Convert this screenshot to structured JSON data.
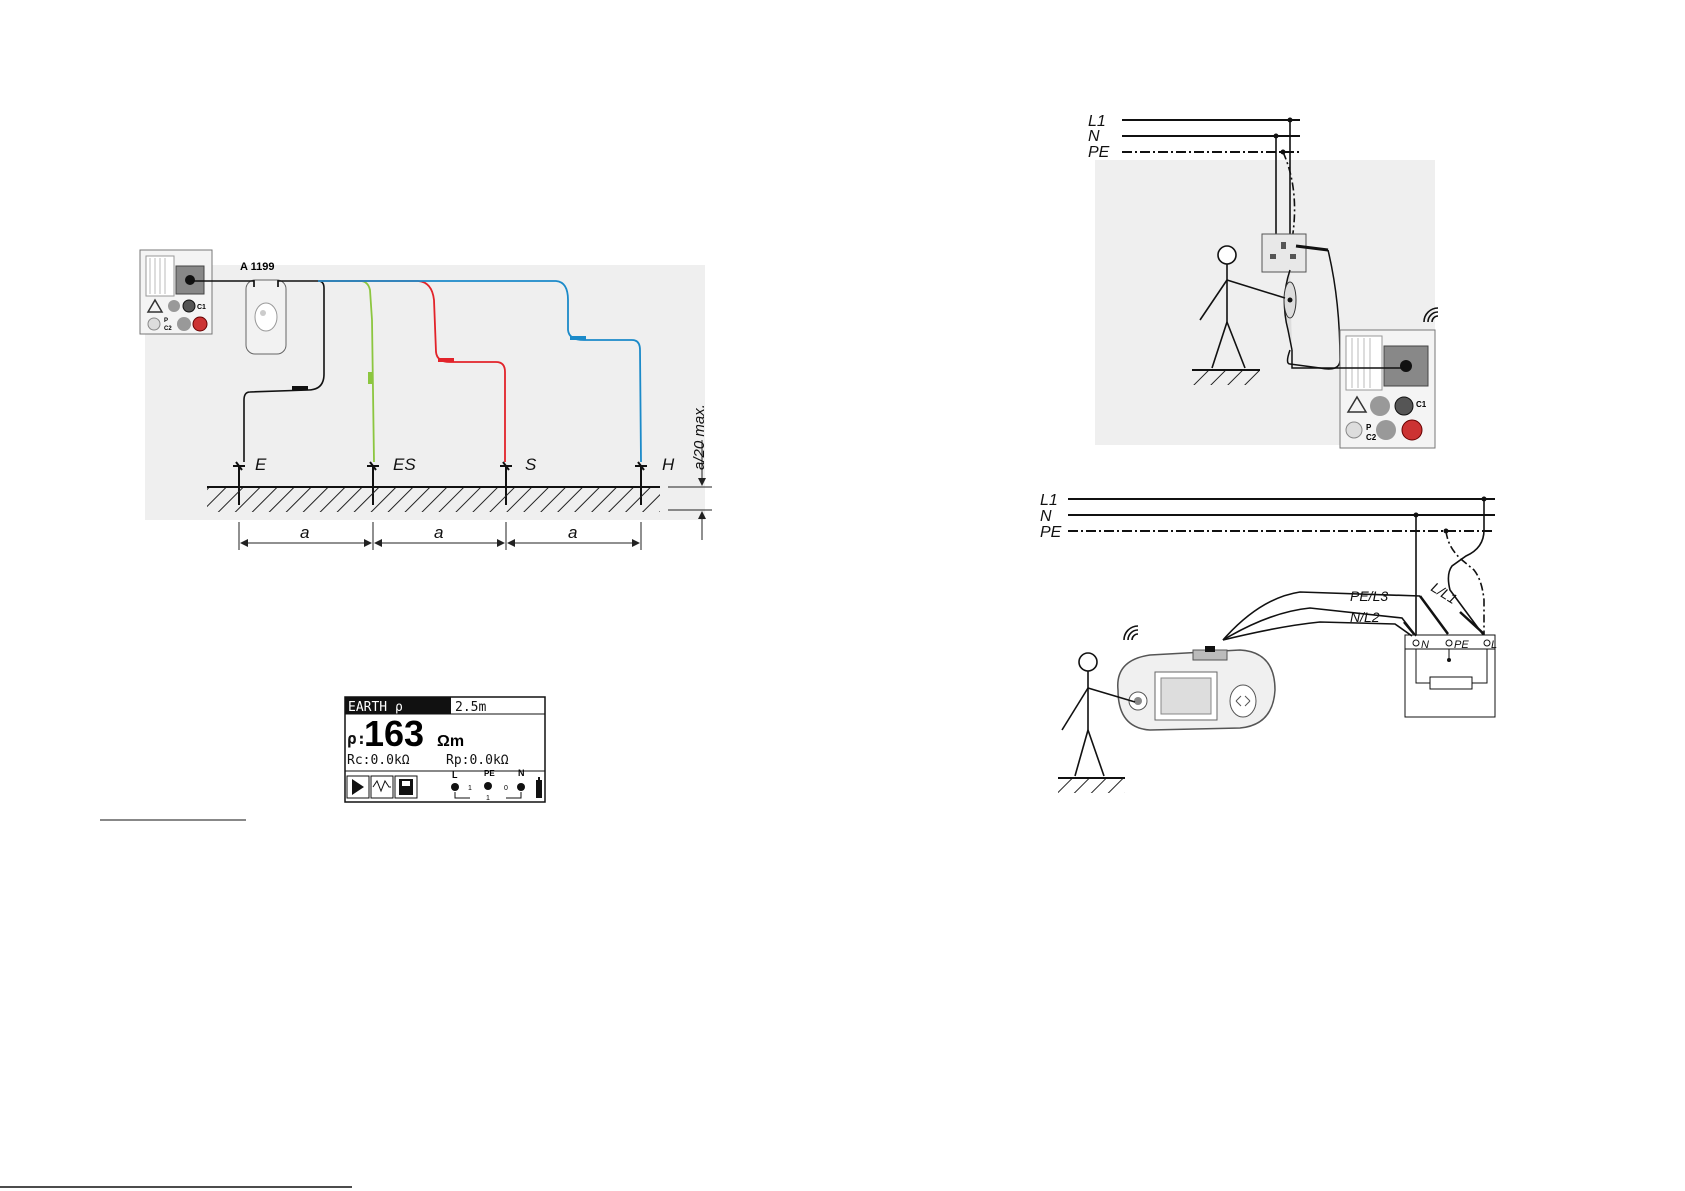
{
  "fig1": {
    "adapter_label": "A 1199",
    "probes": [
      "E",
      "ES",
      "S",
      "H"
    ],
    "spacing_label": "a",
    "depth_label": "a/20 max.",
    "meter_terminals": [
      "C1",
      "P",
      "C2"
    ]
  },
  "lcd": {
    "title": "EARTH ρ",
    "distance": "2.5m",
    "rho_prefix": "ρ:",
    "rho_value": "163",
    "rho_unit": "Ωm",
    "rc": "Rc:0.0kΩ",
    "rp": "Rp:0.0kΩ",
    "term_l": "L",
    "term_pe": "PE",
    "term_n": "N",
    "num_1": "1",
    "num_2": "1",
    "num_0": "0"
  },
  "fig2": {
    "lines": [
      "L1",
      "N",
      "PE"
    ],
    "meter_terminals": [
      "C1",
      "P",
      "C2"
    ]
  },
  "fig3": {
    "lines": [
      "L1",
      "N",
      "PE"
    ],
    "leads": [
      "PE/L3",
      "N/L2",
      "L/L1"
    ],
    "terminals": [
      "N",
      "PE",
      "L"
    ]
  },
  "colors": {
    "green": "#8cc63f",
    "red": "#e2232a",
    "blue": "#1b8ac9",
    "panel": "#efefef"
  }
}
